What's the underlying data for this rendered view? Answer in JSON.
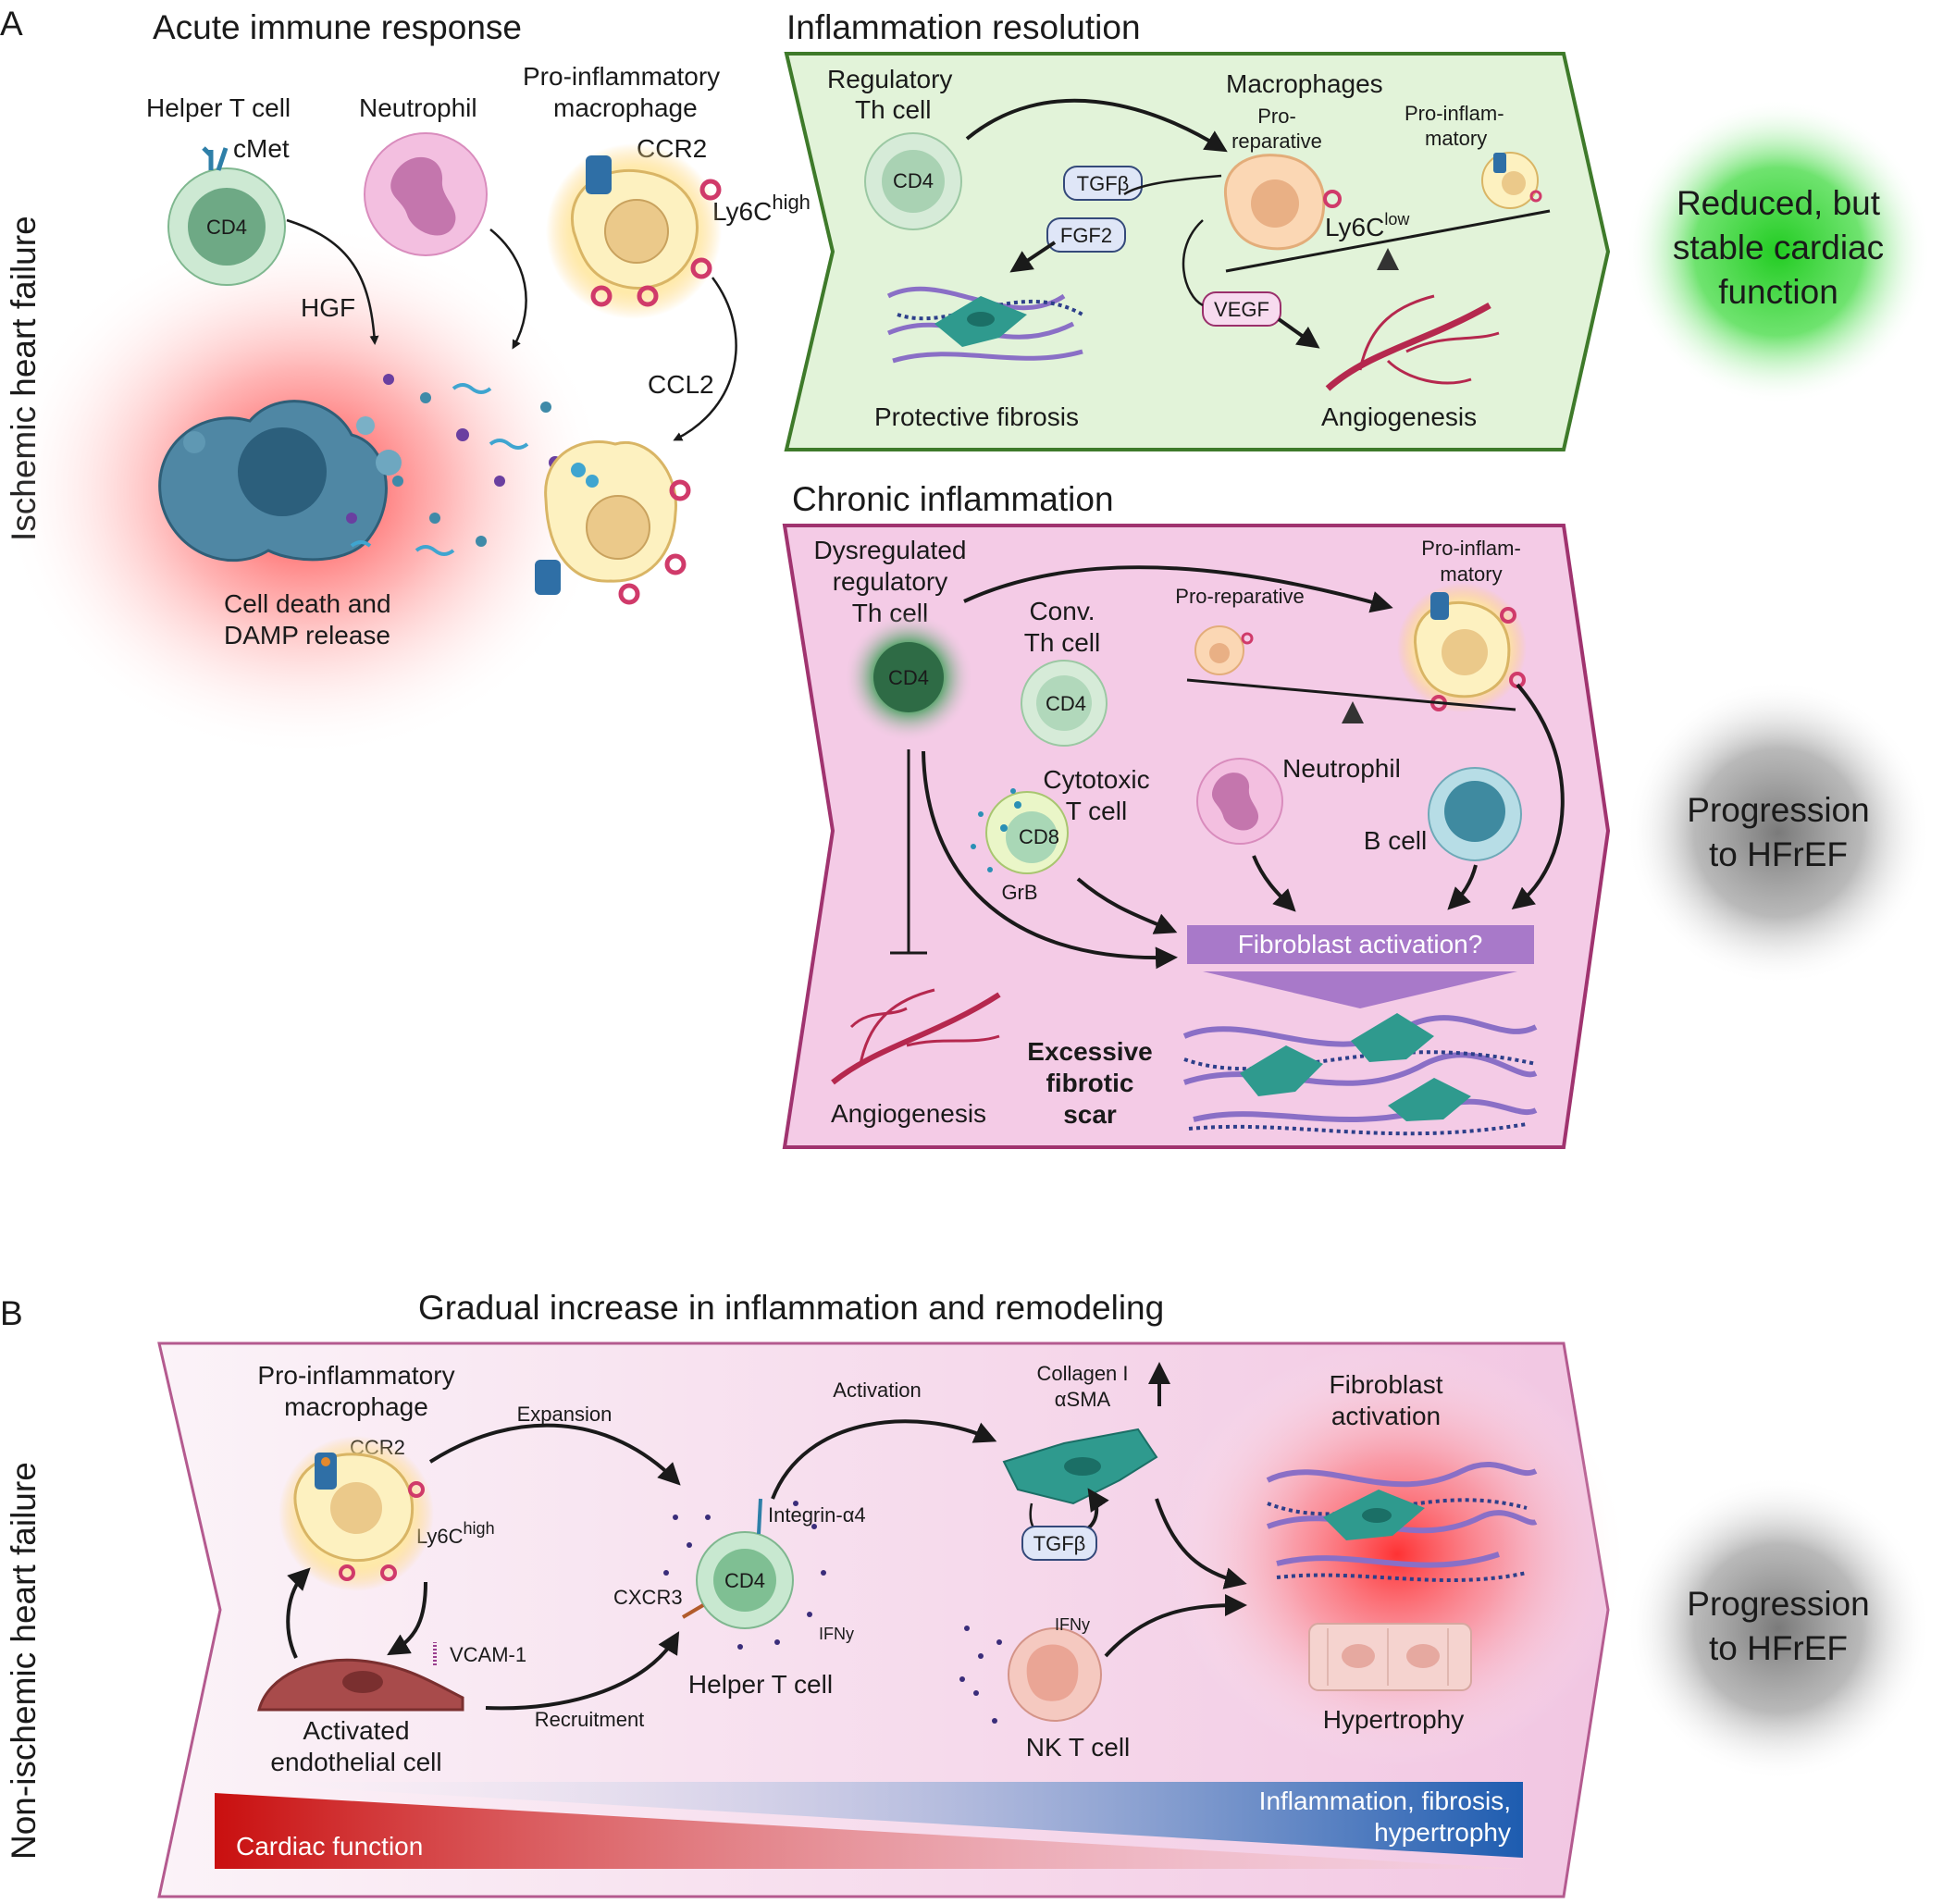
{
  "panel_a": {
    "letter": "A",
    "side_label": "Ischemic heart failure",
    "acute": {
      "title": "Acute immune response",
      "helper_t": "Helper T cell",
      "cmet": "cMet",
      "cd4": "CD4",
      "neutrophil": "Neutrophil",
      "macrophage_l1": "Pro-inflammatory",
      "macrophage_l2": "macrophage",
      "ccr2": "CCR2",
      "ly6c": "Ly6C",
      "ly6c_sup": "high",
      "hgf": "HGF",
      "ccl2": "CCL2",
      "death_l1": "Cell death and",
      "death_l2": "DAMP release"
    },
    "resolution": {
      "title": "Inflammation resolution",
      "reg_l1": "Regulatory",
      "reg_l2": "Th cell",
      "cd4": "CD4",
      "macrophages": "Macrophages",
      "prorep_l1": "Pro-",
      "prorep_l2": "reparative",
      "proinf_l1": "Pro-inflam-",
      "proinf_l2": "matory",
      "tgfb": "TGFβ",
      "fgf2": "FGF2",
      "ly6c": "Ly6C",
      "ly6c_sup": "low",
      "vegf": "VEGF",
      "fibrosis": "Protective fibrosis",
      "angio": "Angiogenesis",
      "outcome_l1": "Reduced, but",
      "outcome_l2": "stable cardiac",
      "outcome_l3": "function"
    },
    "chronic": {
      "title": "Chronic inflammation",
      "dys_l1": "Dysregulated",
      "dys_l2": "regulatory",
      "dys_l3": "Th cell",
      "cd4": "CD4",
      "conv_l1": "Conv.",
      "conv_l2": "Th cell",
      "prorep": "Pro-reparative",
      "proinf_l1": "Pro-inflam-",
      "proinf_l2": "matory",
      "cyto_l1": "Cytotoxic",
      "cyto_l2": "T cell",
      "cd8": "CD8",
      "grb": "GrB",
      "neutrophil": "Neutrophil",
      "bcell": "B cell",
      "fibro_act": "Fibroblast activation?",
      "angio": "Angiogenesis",
      "scar_l1": "Excessive",
      "scar_l2": "fibrotic",
      "scar_l3": "scar",
      "outcome_l1": "Progression",
      "outcome_l2": "to HFrEF"
    }
  },
  "panel_b": {
    "letter": "B",
    "side_label": "Non-ischemic heart failure",
    "title": "Gradual increase in inflammation and remodeling",
    "mac_l1": "Pro-inflammatory",
    "mac_l2": "macrophage",
    "ccr2": "CCR2",
    "ly6c": "Ly6C",
    "ly6c_sup": "high",
    "vcam": "VCAM-1",
    "endo_l1": "Activated",
    "endo_l2": "endothelial cell",
    "expansion": "Expansion",
    "recruitment": "Recruitment",
    "integrin": "Integrin-α4",
    "cxcr3": "CXCR3",
    "cd4": "CD4",
    "ifny": "IFNy",
    "helper_t": "Helper T cell",
    "activation": "Activation",
    "collagen": "Collagen I",
    "asma": "αSMA",
    "tgfb": "TGFβ",
    "ifny2": "IFNy",
    "nkt": "NK T cell",
    "fib_l1": "Fibroblast",
    "fib_l2": "activation",
    "hypertrophy": "Hypertrophy",
    "grad_left": "Cardiac function",
    "grad_right_l1": "Inflammation, fibrosis,",
    "grad_right_l2": "hypertrophy",
    "outcome_l1": "Progression",
    "outcome_l2": "to HFrEF"
  },
  "colors": {
    "resolution_bg": "#e2f3d9",
    "resolution_border": "#3e7a2a",
    "chronic_bg": "#f4cbe6",
    "chronic_border": "#a0336f",
    "fibro_bar": "#a879c9",
    "green_glow": "#28d028",
    "grey_glow": "#777777",
    "cardiac_red": "#cc1111",
    "inflam_blue": "#1f5fb3"
  }
}
